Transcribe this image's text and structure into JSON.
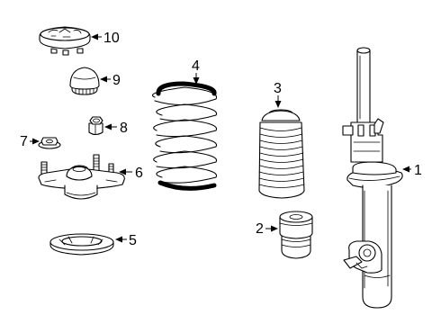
{
  "diagram": {
    "callouts": [
      {
        "number": "1",
        "part": "strut-assembly"
      },
      {
        "number": "2",
        "part": "bump-stop"
      },
      {
        "number": "3",
        "part": "dust-boot"
      },
      {
        "number": "4",
        "part": "coil-spring"
      },
      {
        "number": "5",
        "part": "lower-spring-seat"
      },
      {
        "number": "6",
        "part": "upper-strut-mount"
      },
      {
        "number": "7",
        "part": "flange-nut"
      },
      {
        "number": "8",
        "part": "strut-rod-nut"
      },
      {
        "number": "9",
        "part": "mount-bushing"
      },
      {
        "number": "10",
        "part": "mount-cap"
      }
    ]
  }
}
